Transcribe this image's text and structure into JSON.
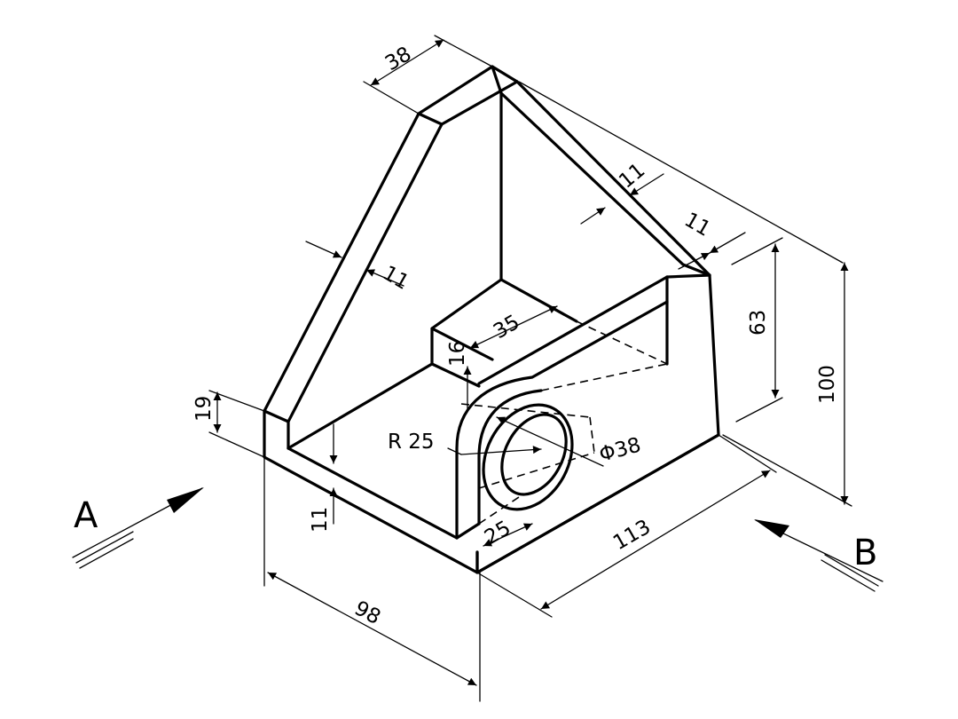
{
  "dimensions": {
    "top_width": "38",
    "rib_thickness_left": "11",
    "rib_thickness_right": "11",
    "back_thickness": "11",
    "hub_height": "63",
    "overall_height": "100",
    "boss_width": "35",
    "boss_height": "16",
    "base_side_height": "19",
    "base_thickness": "11",
    "radius": "R 25",
    "hole_diameter": "Φ38",
    "hub_offset": "25",
    "depth": "98",
    "length": "113"
  },
  "views": {
    "a_label": "A",
    "b_label": "B"
  }
}
